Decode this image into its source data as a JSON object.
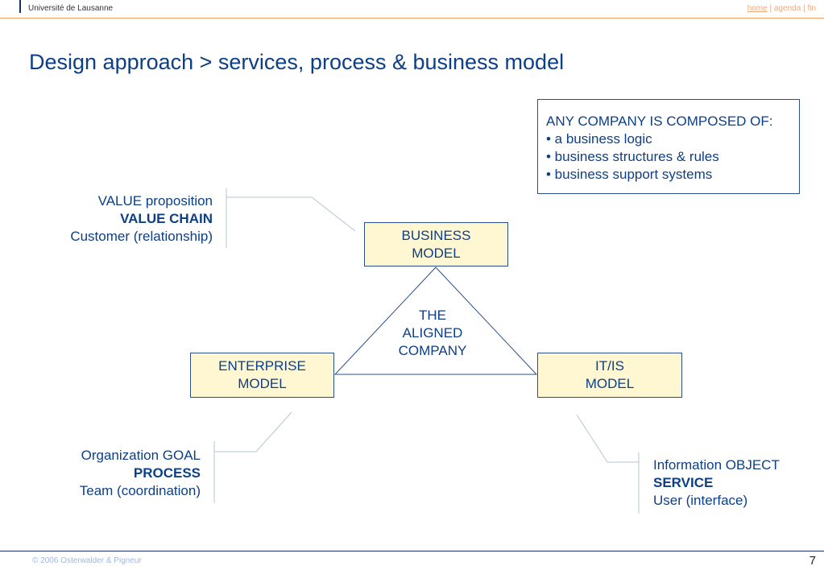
{
  "header": {
    "institution": "Université de Lausanne",
    "nav": {
      "home": "home",
      "sep1": " | ",
      "agenda": "agenda",
      "sep2": " | ",
      "fin": "fin"
    }
  },
  "title": "Design approach > services, process & business model",
  "infobox": {
    "heading": "ANY COMPANY IS COMPOSED OF:",
    "items": [
      "• a business logic",
      "• business structures & rules",
      "• business support systems"
    ]
  },
  "models": {
    "business": [
      "BUSINESS",
      "MODEL"
    ],
    "enterprise": [
      "ENTERPRISE",
      "MODEL"
    ],
    "itis": [
      "IT/IS",
      "MODEL"
    ]
  },
  "center": [
    "THE",
    "ALIGNED",
    "COMPANY"
  ],
  "business_notes": [
    "VALUE proposition",
    "VALUE CHAIN",
    "Customer (relationship)"
  ],
  "enterprise_notes": [
    "Organization GOAL",
    "PROCESS",
    "Team (coordination)"
  ],
  "itis_notes": [
    "Information OBJECT",
    "SERVICE",
    "User (interface)"
  ],
  "footer": {
    "copyright": "© 2006  Osterwalder & Pigneur",
    "page": "7"
  },
  "colors": {
    "text": "#0d3f86",
    "box_fill": "#fff6d2",
    "header_rule": "#f0a060",
    "link": "#f0a97a"
  }
}
